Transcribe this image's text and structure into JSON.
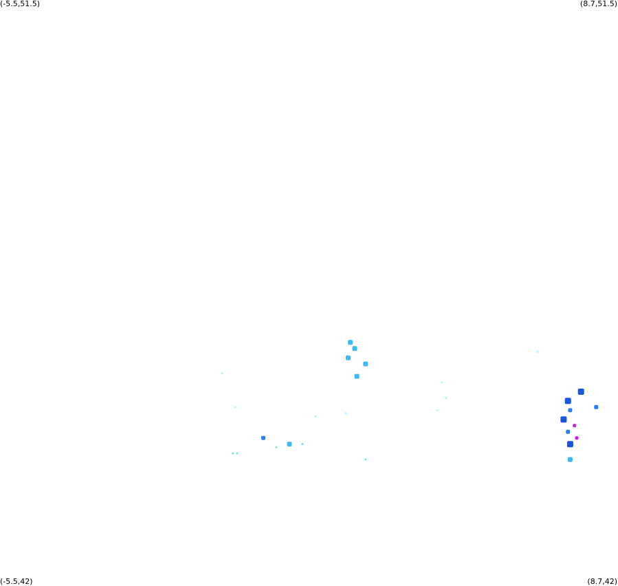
{
  "corners": {
    "top_left": "(-5.5,51.5)",
    "top_right": "(8.7,51.5)",
    "bottom_left": "(-5.5,42)",
    "bottom_right": "(8.7,42)"
  },
  "palette": {
    "light_cyan": "#b8f5ff",
    "cyan": "#7ee8f8",
    "sky_blue": "#40b8f0",
    "blue": "#2a7ff0",
    "deep_blue": "#1a55e0",
    "magenta": "#d020e8"
  },
  "echoes": [
    {
      "lon": 2.55,
      "lat": 45.95,
      "intensity": "sky_blue"
    },
    {
      "lon": 2.65,
      "lat": 45.85,
      "intensity": "sky_blue"
    },
    {
      "lon": 2.5,
      "lat": 45.7,
      "intensity": "sky_blue"
    },
    {
      "lon": 2.9,
      "lat": 45.6,
      "intensity": "sky_blue"
    },
    {
      "lon": 2.7,
      "lat": 45.4,
      "intensity": "sky_blue"
    },
    {
      "lon": 7.55,
      "lat": 45.0,
      "intensity": "deep_blue"
    },
    {
      "lon": 7.6,
      "lat": 44.85,
      "intensity": "blue"
    },
    {
      "lon": 7.45,
      "lat": 44.7,
      "intensity": "deep_blue"
    },
    {
      "lon": 7.7,
      "lat": 44.6,
      "intensity": "magenta"
    },
    {
      "lon": 7.55,
      "lat": 44.5,
      "intensity": "blue"
    },
    {
      "lon": 7.75,
      "lat": 44.4,
      "intensity": "magenta"
    },
    {
      "lon": 7.6,
      "lat": 44.3,
      "intensity": "deep_blue"
    },
    {
      "lon": 7.85,
      "lat": 45.15,
      "intensity": "deep_blue"
    },
    {
      "lon": 8.2,
      "lat": 44.9,
      "intensity": "blue"
    },
    {
      "lon": 7.6,
      "lat": 44.05,
      "intensity": "sky_blue"
    },
    {
      "lon": -0.4,
      "lat": 45.45,
      "intensity": "light_cyan"
    },
    {
      "lon": -0.1,
      "lat": 44.9,
      "intensity": "light_cyan"
    },
    {
      "lon": -0.15,
      "lat": 44.15,
      "intensity": "cyan"
    },
    {
      "lon": -0.05,
      "lat": 44.15,
      "intensity": "cyan"
    },
    {
      "lon": 0.55,
      "lat": 44.4,
      "intensity": "blue"
    },
    {
      "lon": 0.85,
      "lat": 44.25,
      "intensity": "cyan"
    },
    {
      "lon": 1.15,
      "lat": 44.3,
      "intensity": "sky_blue"
    },
    {
      "lon": 1.45,
      "lat": 44.3,
      "intensity": "cyan"
    },
    {
      "lon": 1.75,
      "lat": 44.75,
      "intensity": "light_cyan"
    },
    {
      "lon": 2.45,
      "lat": 44.8,
      "intensity": "light_cyan"
    },
    {
      "lon": 2.9,
      "lat": 44.05,
      "intensity": "cyan"
    },
    {
      "lon": 4.55,
      "lat": 44.85,
      "intensity": "light_cyan"
    },
    {
      "lon": 4.75,
      "lat": 45.05,
      "intensity": "light_cyan"
    },
    {
      "lon": 4.65,
      "lat": 45.3,
      "intensity": "light_cyan"
    },
    {
      "lon": 6.85,
      "lat": 45.8,
      "intensity": "light_cyan"
    }
  ]
}
